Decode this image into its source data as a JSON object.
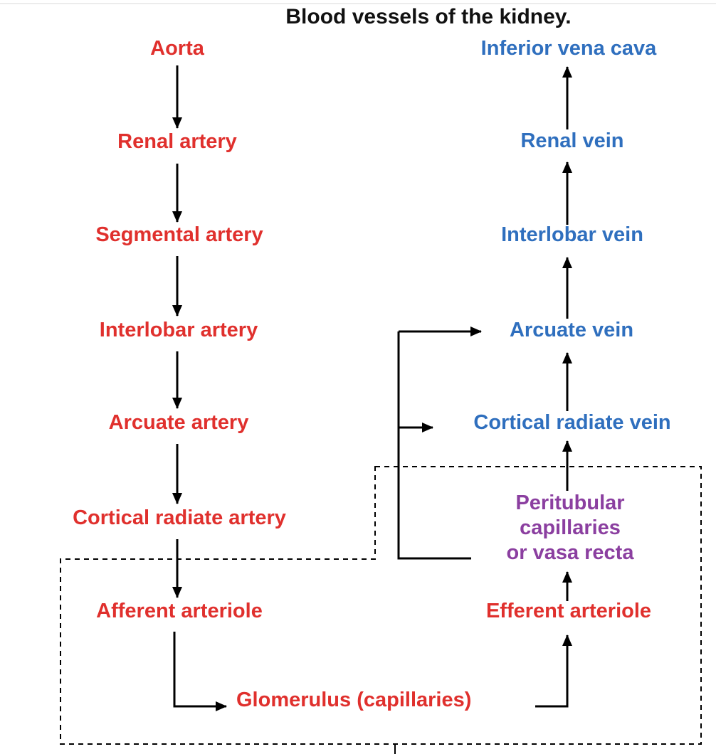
{
  "title": "Blood vessels of the kidney.",
  "colors": {
    "artery": "#e0302d",
    "vein": "#2f6fbe",
    "capillary": "#8b3fa0",
    "arrow": "#000000"
  },
  "arterial_path": [
    "Aorta",
    "Renal artery",
    "Segmental artery",
    "Interlobar artery",
    "Arcuate artery",
    "Cortical radiate artery",
    "Afferent arteriole"
  ],
  "capillary_bed": {
    "glomerulus": "Glomerulus (capillaries)",
    "efferent": "Efferent arteriole",
    "peritubular": [
      "Peritubular",
      "capillaries",
      "or vasa recta"
    ]
  },
  "venous_path": [
    "Cortical radiate vein",
    "Arcuate vein",
    "Interlobar vein",
    "Renal vein",
    "Inferior vena cava"
  ]
}
